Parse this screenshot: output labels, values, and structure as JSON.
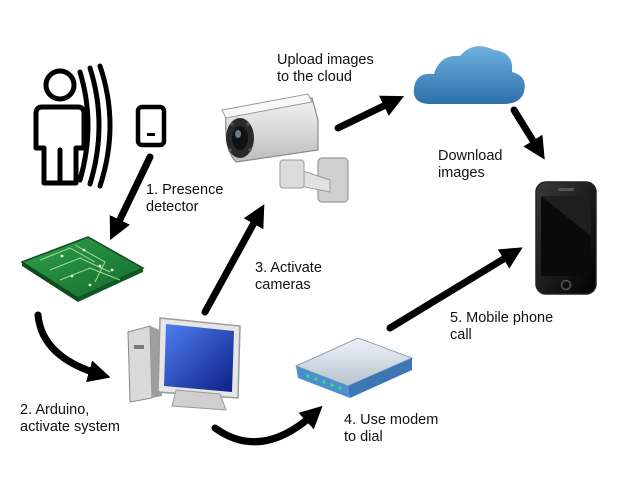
{
  "labels": {
    "presence": [
      "1. Presence",
      "detector"
    ],
    "arduino": [
      "2. Arduino,",
      "activate system"
    ],
    "cameras": [
      "3. Activate",
      "cameras"
    ],
    "modem": [
      "4. Use modem",
      "to dial"
    ],
    "mobile": [
      "5. Mobile phone",
      "call"
    ],
    "upload": [
      "Upload images",
      "to the cloud"
    ],
    "download": [
      "Download",
      "images"
    ]
  },
  "icons": {
    "person": "person-with-signal-icon",
    "presence_device": "presence-sensor-icon",
    "board": "arduino-circuit-board-icon",
    "computer": "desktop-computer-icon",
    "camera": "security-camera-icon",
    "cloud": "cloud-icon",
    "modem": "modem-icon",
    "phone": "smartphone-icon"
  },
  "colors": {
    "arrow": "#000000",
    "board": "#1f8a3a",
    "cloud": "#3d86bd",
    "screen": "#1c3fb8",
    "modem": "#4a8fd0"
  }
}
